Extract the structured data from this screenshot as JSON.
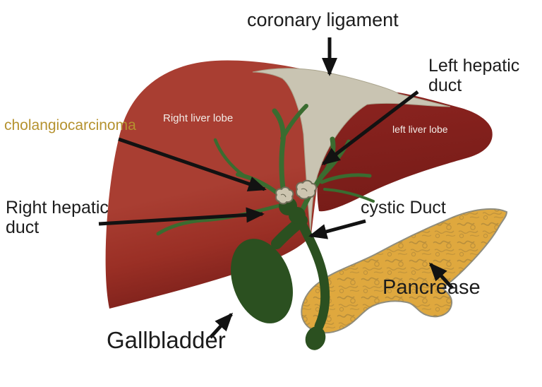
{
  "figure": {
    "type": "anatomical-diagram",
    "subject": "Liver, biliary tract and pancreas with cholangiocarcinoma"
  },
  "labels": {
    "coronary_ligament": "coronary ligament",
    "left_hepatic_duct": "Left hepatic duct",
    "cholangiocarcinoma": "cholangiocarcinoma",
    "right_liver_lobe": "Right liver lobe",
    "left_liver_lobe": "left liver lobe",
    "right_hepatic_duct": "Right hepatic duct",
    "cystic_duct": "cystic Duct",
    "pancreas": "Pancrease",
    "gallbladder": "Gallbladder"
  },
  "annotation_arrows": [
    {
      "label": "coronary ligament",
      "points_to": "ligament between liver lobes"
    },
    {
      "label": "Left hepatic duct",
      "points_to": "left duct above junction"
    },
    {
      "label": "cholangiocarcinoma",
      "points_to": "tumor nodules at duct junction"
    },
    {
      "label": "Right hepatic duct",
      "points_to": "right duct at junction"
    },
    {
      "label": "cystic Duct",
      "points_to": "duct below junction"
    },
    {
      "label": "Pancrease",
      "points_to": "pancreas body"
    },
    {
      "label": "Gallbladder",
      "points_to": "gallbladder"
    }
  ],
  "colors": {
    "liver_red": "#a93e32",
    "liver_red_mid": "#9a2f25",
    "liver_red_dark": "#7a1f1a",
    "left_lobe_red": "#8d2420",
    "left_lobe_dark": "#771c18",
    "ligament_beige": "#c9c4b2",
    "ligament_edge": "#a9a38c",
    "duct_green": "#3a6c30",
    "bile_green": "#2b5020",
    "pancreas_gold": "#dfa83e",
    "pancreas_outline": "#8f8d7e",
    "pancreas_texture": "#a5813a",
    "tumor_beige": "#cdc5b0",
    "tumor_outline": "#6f6c58",
    "label_black": "#1c1c1c",
    "lobe_label_white": "#f2ece7",
    "gold_text": "#b5922f",
    "arrow_black": "#121212"
  }
}
